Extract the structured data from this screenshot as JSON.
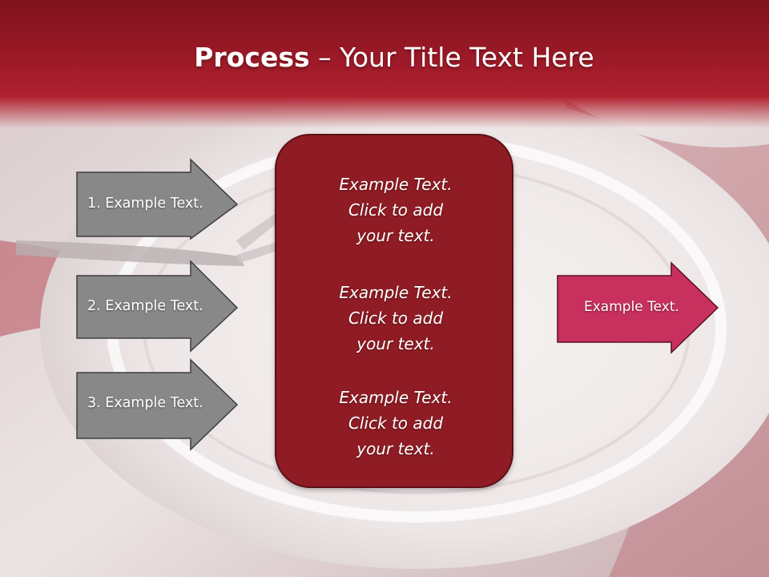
{
  "slide": {
    "title_bold": "Process",
    "title_rest": " – Your Title Text Here",
    "colors": {
      "title_band": "#a81c2a",
      "gray_arrow": "#888888",
      "center_box": "#8f1c24",
      "output_arrow": "#c8305e"
    }
  },
  "steps": [
    {
      "label": "1. Example Text."
    },
    {
      "label": "2. Example Text."
    },
    {
      "label": "3. Example Text."
    }
  ],
  "center_blocks": [
    {
      "lines": [
        "Example Text.",
        "Click  to add",
        "your text."
      ]
    },
    {
      "lines": [
        "Example Text.",
        "Click  to add",
        "your text."
      ]
    },
    {
      "lines": [
        "Example Text.",
        "Click  to add",
        "your text."
      ]
    }
  ],
  "output": {
    "label": "Example Text."
  }
}
